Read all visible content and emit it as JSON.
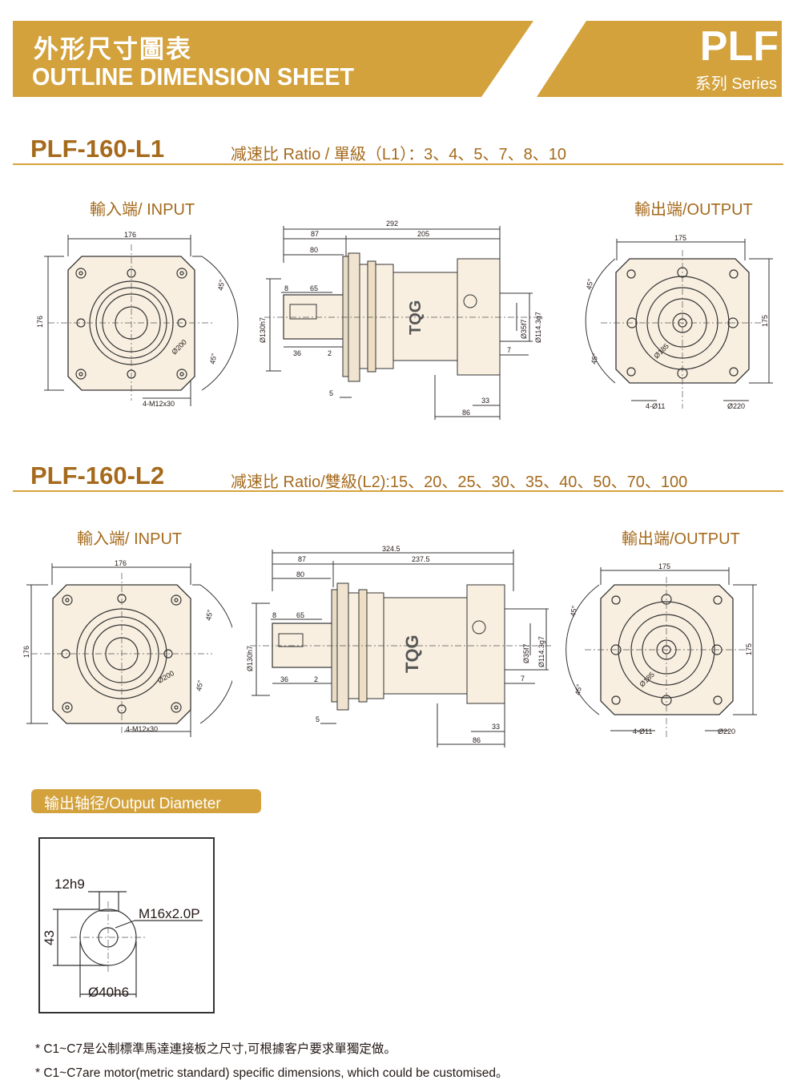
{
  "header": {
    "title_cn": "外形尺寸圖表",
    "title_en": "OUTLINE DIMENSION SHEET",
    "series_name": "PLF",
    "series_sub": "系列 Series",
    "brand_color": "#d3a23c"
  },
  "section_l1": {
    "model": "PLF-160-L1",
    "ratio": "减速比 Ratio / 單級（L1）：3、4、5、7、8、10",
    "input_label": "輸入端/ INPUT",
    "output_label": "輸出端/OUTPUT",
    "input_dims": {
      "width": "176",
      "height": "176",
      "pcd": "Ø200",
      "angle_top": "45°",
      "angle_bottom": "45°",
      "bolts": "4-M12x30"
    },
    "side_dims": {
      "total": "292",
      "left": "87",
      "right": "205",
      "flange": "80",
      "shaft_key": "8",
      "key_len": "65",
      "shaft_len": "36",
      "gap": "2",
      "flange_thk": "5",
      "pilot": "Ø130h7",
      "bore": "Ø35f7",
      "outer": "Ø114.3g7",
      "out_step": "7",
      "out_len": "33",
      "out_body": "86",
      "brand": "TQG"
    },
    "output_dims": {
      "width": "175",
      "height": "175",
      "pcd": "Ø185",
      "angle_top": "45°",
      "angle_bottom": "45°",
      "bolts": "4-Ø11",
      "outer": "Ø220"
    }
  },
  "section_l2": {
    "model": "PLF-160-L2",
    "ratio": "减速比 Ratio/雙級(L2):15、20、25、30、35、40、50、70、100",
    "input_label": "輸入端/ INPUT",
    "output_label": "輸出端/OUTPUT",
    "input_dims": {
      "width": "176",
      "height": "176",
      "pcd": "Ø200",
      "angle_top": "45°",
      "angle_bottom": "45°",
      "bolts": "4-M12x30"
    },
    "side_dims": {
      "total": "324.5",
      "left": "87",
      "right": "237.5",
      "flange": "80",
      "shaft_key": "8",
      "key_len": "65",
      "shaft_len": "36",
      "gap": "2",
      "flange_thk": "5",
      "pilot": "Ø130h7",
      "bore": "Ø35f7",
      "outer": "Ø114.3g7",
      "out_step": "7",
      "out_len": "33",
      "out_body": "86",
      "brand": "TQG"
    },
    "output_dims": {
      "width": "175",
      "height": "175",
      "pcd": "Ø185",
      "angle_top": "45°",
      "angle_bottom": "45°",
      "bolts": "4-Ø11",
      "outer": "Ø220"
    }
  },
  "output_diameter": {
    "label": "输出轴径/Output Diameter",
    "key_width": "12h9",
    "thread": "M16x2.0P",
    "height": "43",
    "diameter": "Ø40h6"
  },
  "notes": {
    "cn": "* C1~C7是公制標準馬達連接板之尺寸,可根據客户要求單獨定做。",
    "en": "* C1~C7are motor(metric standard) specific dimensions, which could be customised。"
  }
}
